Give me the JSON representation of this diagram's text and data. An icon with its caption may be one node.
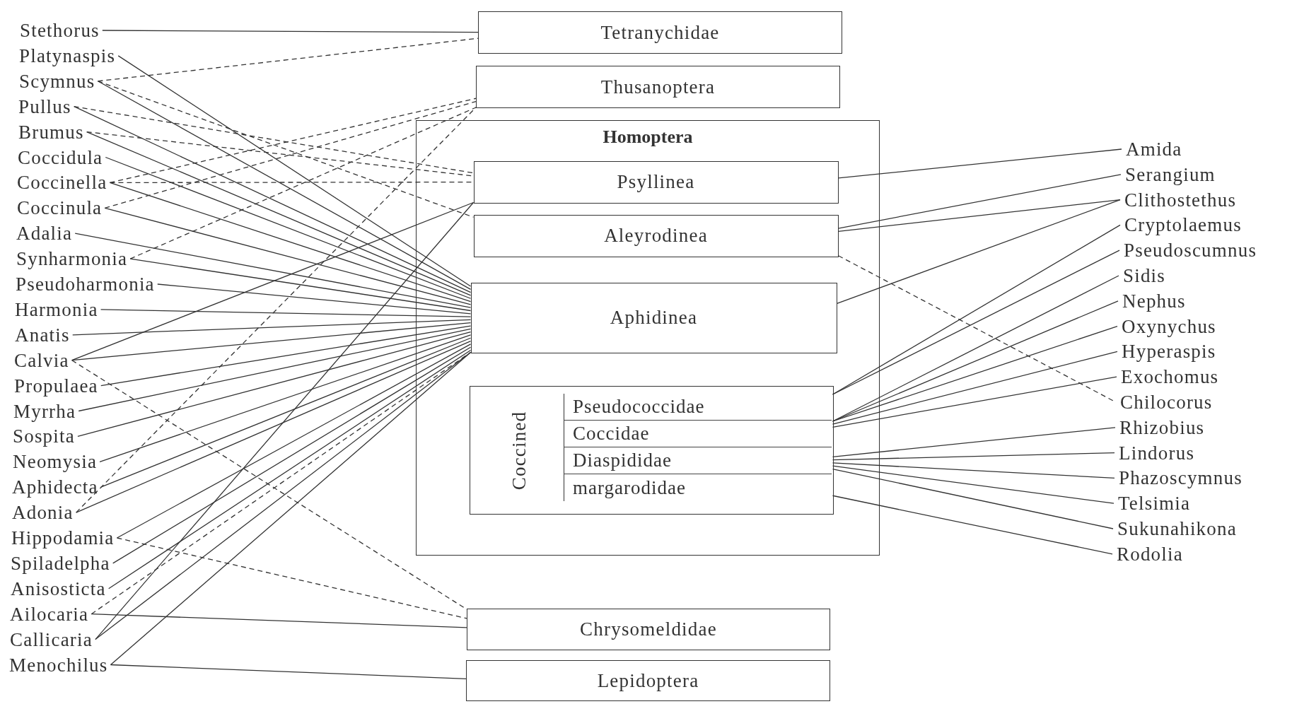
{
  "diagram": {
    "nodes": [
      {
        "text": [
          "Stethorus"
        ]
      },
      {
        "text": [
          "Platynaspis"
        ]
      },
      {
        "text": [
          "Scymnus"
        ]
      },
      {
        "text": [
          "Pullus"
        ]
      },
      {
        "text": [
          "Brumus"
        ]
      },
      {
        "text": [
          "Coccidula"
        ]
      },
      {
        "text": [
          "Coccinella"
        ]
      },
      {
        "text": [
          "Coccinula"
        ]
      },
      {
        "text": [
          "Adalia"
        ]
      },
      {
        "text": [
          "Synharmonia"
        ]
      },
      {
        "text": [
          "Pseudoharmonia"
        ]
      },
      {
        "text": [
          "Harmonia"
        ]
      },
      {
        "text": [
          "Anatis"
        ]
      },
      {
        "text": [
          "Calvia"
        ]
      },
      {
        "text": [
          "Propulaea"
        ]
      },
      {
        "text": [
          "Myrrha"
        ]
      },
      {
        "text": [
          "Sospita"
        ]
      },
      {
        "text": [
          "Neomysia"
        ]
      },
      {
        "text": [
          "Aphidecta"
        ]
      },
      {
        "text": [
          "Adonia"
        ]
      },
      {
        "text": [
          "Hippodamia"
        ]
      },
      {
        "text": [
          "Spiladelpha"
        ]
      },
      {
        "text": [
          "Anisosticta"
        ]
      },
      {
        "text": [
          "Ailocaria"
        ]
      },
      {
        "text": [
          "Callicaria"
        ]
      },
      {
        "text": [
          "Menochilus"
        ]
      },
      {
        "text": [
          "Tetranychidae"
        ]
      },
      {
        "text": [
          "Thusanoptera"
        ]
      },
      {
        "text": [
          "Homoptera"
        ]
      },
      {
        "text": [
          "Psyllinea"
        ],
        "in": 28
      },
      {
        "text": [
          "Aleyrodinea"
        ],
        "in": 28
      },
      {
        "text": [
          "Aphidinea"
        ],
        "in": 28
      },
      {
        "text": [
          "Coccined"
        ],
        "in": 28
      },
      {
        "text": [
          "Pseudococcidae"
        ],
        "in": 32
      },
      {
        "text": [
          "Coccidae"
        ],
        "in": 32
      },
      {
        "text": [
          "Diaspididae"
        ],
        "in": 32
      },
      {
        "text": [
          "margarodidae"
        ],
        "in": 32
      },
      {
        "text": [
          "Chrysomeldidae"
        ]
      },
      {
        "text": [
          "Lepidoptera"
        ]
      },
      {
        "text": [
          "Amida"
        ]
      },
      {
        "text": [
          "Serangium"
        ]
      },
      {
        "text": [
          "Clithostethus"
        ]
      },
      {
        "text": [
          "Cryptolaemus"
        ]
      },
      {
        "text": [
          "Pseudoscumnus"
        ]
      },
      {
        "text": [
          "Sidis"
        ]
      },
      {
        "text": [
          "Nephus"
        ]
      },
      {
        "text": [
          "Oxynychus"
        ]
      },
      {
        "text": [
          "Hyperaspis"
        ]
      },
      {
        "text": [
          "Exochomus"
        ]
      },
      {
        "text": [
          "Chilocorus"
        ]
      },
      {
        "text": [
          "Rhizobius"
        ]
      },
      {
        "text": [
          "Lindorus"
        ]
      },
      {
        "text": [
          "Phazoscymnus"
        ]
      },
      {
        "text": [
          "Telsimia"
        ]
      },
      {
        "text": [
          "Sukunahikona"
        ]
      },
      {
        "text": [
          "Rodolia"
        ]
      }
    ],
    "edges": [
      {
        "from": 0,
        "to": 26,
        "arrow": "none"
      },
      {
        "from": 1,
        "to": 31,
        "arrow": "none"
      },
      {
        "from": 2,
        "to": 26,
        "arrow": "none",
        "style": "dashed"
      },
      {
        "from": 2,
        "to": 30,
        "arrow": "none",
        "style": "dashed"
      },
      {
        "from": 2,
        "to": 31,
        "arrow": "none"
      },
      {
        "from": 3,
        "to": 29,
        "arrow": "none",
        "style": "dashed"
      },
      {
        "from": 3,
        "to": 31,
        "arrow": "none"
      },
      {
        "from": 4,
        "to": 29,
        "arrow": "none",
        "style": "dashed"
      },
      {
        "from": 4,
        "to": 31,
        "arrow": "none"
      },
      {
        "from": 5,
        "to": 31,
        "arrow": "none"
      },
      {
        "from": 6,
        "to": 27,
        "arrow": "none",
        "style": "dashed"
      },
      {
        "from": 6,
        "to": 29,
        "arrow": "none",
        "style": "dashed"
      },
      {
        "from": 6,
        "to": 31,
        "arrow": "none"
      },
      {
        "from": 7,
        "to": 27,
        "arrow": "none",
        "style": "dashed"
      },
      {
        "from": 7,
        "to": 31,
        "arrow": "none"
      },
      {
        "from": 8,
        "to": 31,
        "arrow": "none"
      },
      {
        "from": 9,
        "to": 27,
        "arrow": "none",
        "style": "dashed"
      },
      {
        "from": 9,
        "to": 31,
        "arrow": "none"
      },
      {
        "from": 10,
        "to": 31,
        "arrow": "none"
      },
      {
        "from": 11,
        "to": 31,
        "arrow": "none"
      },
      {
        "from": 12,
        "to": 31,
        "arrow": "none"
      },
      {
        "from": 13,
        "to": 29,
        "arrow": "none"
      },
      {
        "from": 13,
        "to": 31,
        "arrow": "none"
      },
      {
        "from": 13,
        "to": 37,
        "arrow": "none",
        "style": "dashed"
      },
      {
        "from": 14,
        "to": 31,
        "arrow": "none"
      },
      {
        "from": 15,
        "to": 31,
        "arrow": "none"
      },
      {
        "from": 16,
        "to": 31,
        "arrow": "none"
      },
      {
        "from": 17,
        "to": 31,
        "arrow": "none"
      },
      {
        "from": 18,
        "to": 31,
        "arrow": "none"
      },
      {
        "from": 19,
        "to": 27,
        "arrow": "none",
        "style": "dashed"
      },
      {
        "from": 19,
        "to": 31,
        "arrow": "none"
      },
      {
        "from": 20,
        "to": 31,
        "arrow": "none"
      },
      {
        "from": 20,
        "to": 37,
        "arrow": "none",
        "style": "dashed"
      },
      {
        "from": 21,
        "to": 31,
        "arrow": "none"
      },
      {
        "from": 22,
        "to": 31,
        "arrow": "none"
      },
      {
        "from": 23,
        "to": 31,
        "arrow": "none",
        "style": "dashed"
      },
      {
        "from": 23,
        "to": 37,
        "arrow": "none"
      },
      {
        "from": 24,
        "to": 29,
        "arrow": "none"
      },
      {
        "from": 24,
        "to": 31,
        "arrow": "none"
      },
      {
        "from": 25,
        "to": 31,
        "arrow": "none"
      },
      {
        "from": 25,
        "to": 38,
        "arrow": "none"
      },
      {
        "from": 29,
        "to": 39,
        "arrow": "none"
      },
      {
        "from": 30,
        "to": 40,
        "arrow": "none"
      },
      {
        "from": 30,
        "to": 41,
        "arrow": "none"
      },
      {
        "from": 30,
        "to": 49,
        "arrow": "none",
        "style": "dashed"
      },
      {
        "from": 31,
        "to": 41,
        "arrow": "none"
      },
      {
        "from": 33,
        "to": 42,
        "arrow": "none"
      },
      {
        "from": 33,
        "to": 43,
        "arrow": "none"
      },
      {
        "from": 34,
        "to": 44,
        "arrow": "none"
      },
      {
        "from": 34,
        "to": 45,
        "arrow": "none"
      },
      {
        "from": 34,
        "to": 46,
        "arrow": "none"
      },
      {
        "from": 34,
        "to": 47,
        "arrow": "none"
      },
      {
        "from": 34,
        "to": 48,
        "arrow": "none"
      },
      {
        "from": 35,
        "to": 50,
        "arrow": "none"
      },
      {
        "from": 35,
        "to": 51,
        "arrow": "none"
      },
      {
        "from": 35,
        "to": 52,
        "arrow": "none"
      },
      {
        "from": 35,
        "to": 53,
        "arrow": "none"
      },
      {
        "from": 35,
        "to": 54,
        "arrow": "none"
      },
      {
        "from": 36,
        "to": 55,
        "arrow": "none"
      }
    ]
  }
}
